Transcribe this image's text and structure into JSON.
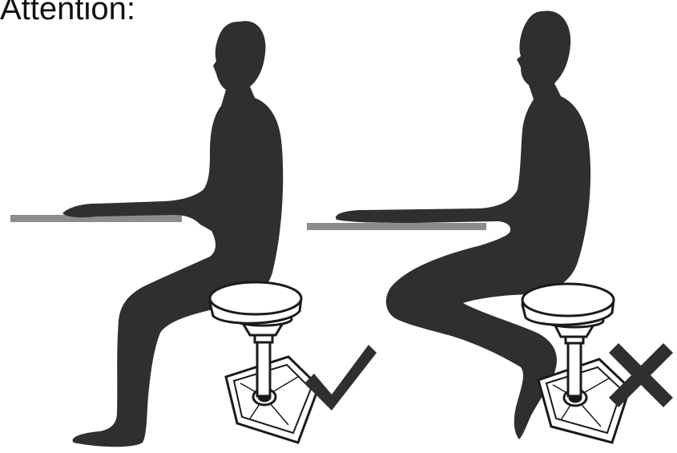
{
  "heading": "Attention:",
  "panels": [
    {
      "verdict": "correct",
      "icon": "checkmark-icon"
    },
    {
      "verdict": "incorrect",
      "icon": "cross-icon"
    }
  ],
  "colors": {
    "silhouette": "#2f2f32",
    "desk": "#8c8c8c",
    "stool_outline": "#1a1a1a",
    "stool_fill": "#ffffff",
    "mark": "#2f2f32"
  }
}
